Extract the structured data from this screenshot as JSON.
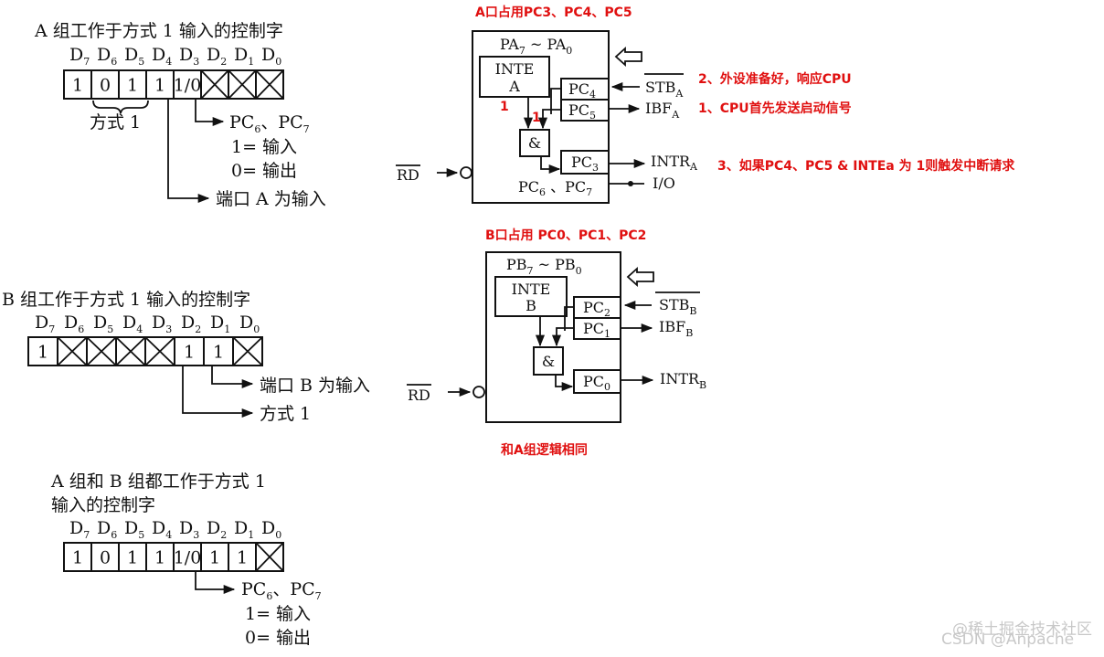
{
  "panel_a": {
    "title": "A 组工作于方式 1 输入的控制字",
    "bits": [
      "1",
      "0",
      "1",
      "1",
      "1/0",
      "",
      "",
      ""
    ],
    "mode_label": "方式 1",
    "pc_label": "PC",
    "pc_sub1": "6",
    "pc_sep": "、PC",
    "pc_sub2": "7",
    "in_label": "1= 输入",
    "out_label": "0= 输出",
    "port_label": "端口 A 为输入"
  },
  "panel_b": {
    "title": "B 组工作于方式 1 输入的控制字",
    "bits": [
      "1",
      "",
      "",
      "",
      "",
      "1",
      "1",
      ""
    ],
    "port_label": "端口 B 为输入",
    "mode_label": "方式 1"
  },
  "panel_ab": {
    "title_line1": "A 组和 B 组都工作于方式 1",
    "title_line2": "输入的控制字",
    "bits": [
      "1",
      "0",
      "1",
      "1",
      "1/0",
      "1",
      "1",
      ""
    ],
    "pc_label": "PC",
    "pc_sub1": "6",
    "pc_sep": "、PC",
    "pc_sub2": "7",
    "in_label": "1= 输入",
    "out_label": "0= 输出"
  },
  "bit_headers": [
    "D7",
    "D6",
    "D5",
    "D4",
    "D3",
    "D2",
    "D1",
    "D0"
  ],
  "block_a": {
    "red_title": "A口占用PC3、PC4、PC5",
    "pa_label": "PA",
    "pa_sub7": "7",
    "pa_tilde": " ~ PA",
    "pa_sub0": "0",
    "inte_line1": "INTE",
    "inte_line2": "A",
    "and_label": "&",
    "pc4": "PC",
    "pc4_sub": "4",
    "pc5": "PC",
    "pc5_sub": "5",
    "pc3": "PC",
    "pc3_sub": "3",
    "pc67": "PC",
    "pc67_sub6": "6",
    "pc67_sep": " 、PC",
    "pc67_sub7": "7",
    "stb": "STB",
    "stb_sub": "A",
    "ibf": "IBF",
    "ibf_sub": "A",
    "intr": "INTR",
    "intr_sub": "A",
    "io": "I/O",
    "rd": "RD",
    "one_left": "1",
    "one_right": "1",
    "note_stb": "2、外设准备好，响应CPU",
    "note_ibf": "1、CPU首先发送启动信号",
    "note_intr": "3、如果PC4、PC5 & INTEa 为 1则触发中断请求"
  },
  "block_b": {
    "red_title": "B口占用 PC0、PC1、PC2",
    "pb_label": "PB",
    "pb_sub7": "7",
    "pb_tilde": " ~ PB",
    "pb_sub0": "0",
    "inte_line1": "INTE",
    "inte_line2": "B",
    "and_label": "&",
    "pc2": "PC",
    "pc2_sub": "2",
    "pc1": "PC",
    "pc1_sub": "1",
    "pc0": "PC",
    "pc0_sub": "0",
    "stb": "STB",
    "stb_sub": "B",
    "ibf": "IBF",
    "ibf_sub": "B",
    "intr": "INTR",
    "intr_sub": "B",
    "rd": "RD",
    "same_note": "和A组逻辑相同"
  },
  "watermark": {
    "line1": "@稀土掘金技术社区",
    "line2": "CSDN @Anpache"
  },
  "colors": {
    "annotation": "#e01010",
    "line": "#111111",
    "watermark": "#c8c8c8"
  }
}
